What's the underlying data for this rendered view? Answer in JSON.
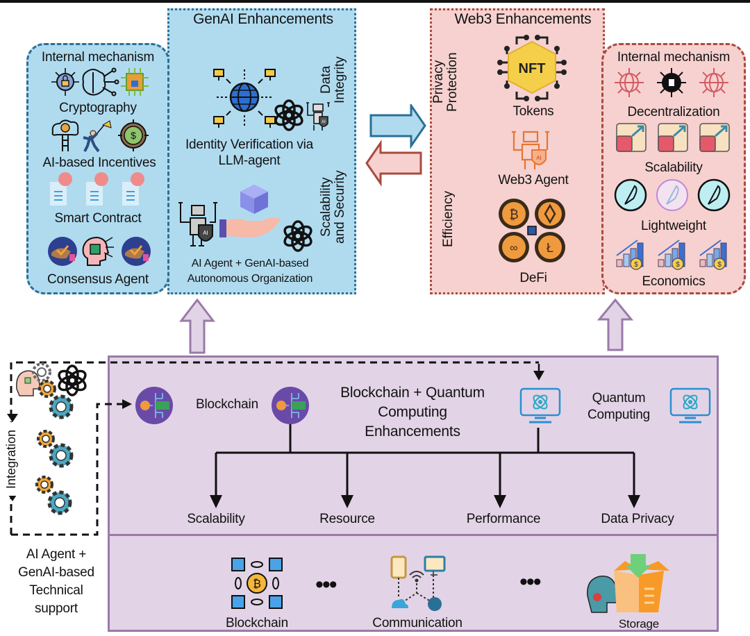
{
  "colors": {
    "genai_fill": "#b0dbef",
    "genai_border": "#2a6f96",
    "web3_fill": "#f6d1cf",
    "web3_border": "#a84a40",
    "bq_fill": "#e2d4e6",
    "bq_border": "#9a7aa8"
  },
  "genai": {
    "title": "GenAI Enhancements",
    "side_labels": [
      "Data Integrity",
      "Scalability and Security"
    ],
    "side_label_lines": [
      [
        "Data",
        "Integrity"
      ],
      [
        "Scalability",
        "and Security"
      ]
    ],
    "identity": {
      "line1": "Identity Verification via",
      "line2": "LLM-agent"
    },
    "dao": {
      "line1": "AI Agent + GenAI-based",
      "line2": "Autonomous Organization"
    },
    "internal": {
      "title": "Internal mechanism",
      "items": [
        "Cryptography",
        "AI-based Incentives",
        "Smart Contract",
        "Consensus Agent"
      ]
    }
  },
  "web3": {
    "title": "Web3 Enhancements",
    "side_label_lines": [
      [
        "Privacy",
        "Protection"
      ],
      [
        "Efficiency"
      ]
    ],
    "nft_badge": "NFT",
    "items": [
      "Tokens",
      "Web3 Agent",
      "DeFi"
    ],
    "internal": {
      "title": "Internal mechanism",
      "items": [
        "Decentralization",
        "Scalability",
        "Lightweight",
        "Economics"
      ]
    }
  },
  "bq": {
    "blockchain_label": "Blockchain",
    "title_lines": [
      "Blockchain + Quantum",
      "Computing",
      "Enhancements"
    ],
    "quantum_lines": [
      "Quantum",
      "Computing"
    ],
    "outcomes": [
      "Scalability",
      "Resource",
      "Performance",
      "Data Privacy"
    ],
    "infra": [
      "Blockchain",
      "Communication",
      "Storage"
    ],
    "ellipsis": "•••"
  },
  "support": {
    "integration_label": "Integration",
    "lines": [
      "AI Agent +",
      "GenAI-based",
      "Technical",
      "support"
    ]
  }
}
